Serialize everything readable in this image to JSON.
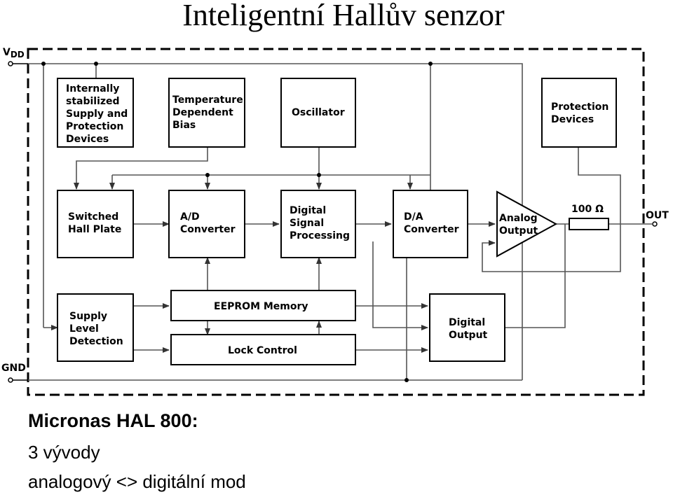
{
  "title": "Inteligentní Hallův senzor",
  "diagram": {
    "pins": {
      "vdd": "V",
      "vdd_sub": "DD",
      "gnd": "GND",
      "out": "OUT"
    },
    "resistor_label": "100 Ω",
    "blocks": {
      "supply": [
        "Internally",
        "stabilized",
        "Supply and",
        "Protection",
        "Devices"
      ],
      "temp": [
        "Temperature",
        "Dependent",
        "Bias"
      ],
      "osc": [
        "Oscillator"
      ],
      "prot": [
        "Protection",
        "Devices"
      ],
      "hall": [
        "Switched",
        "Hall Plate"
      ],
      "adc": [
        "A/D",
        "Converter"
      ],
      "dsp": [
        "Digital",
        "Signal",
        "Processing"
      ],
      "dac": [
        "D/A",
        "Converter"
      ],
      "amp": [
        "Analog",
        "Output"
      ],
      "eeprom": [
        "EEPROM Memory"
      ],
      "lock": [
        "Lock Control"
      ],
      "level": [
        "Supply",
        "Level",
        "Detection"
      ],
      "dout": [
        "Digital",
        "Output"
      ]
    }
  },
  "caption": {
    "heading": "Micronas HAL 800:",
    "line1": "3 vývody",
    "line2": "analogový <> digitální mod"
  }
}
